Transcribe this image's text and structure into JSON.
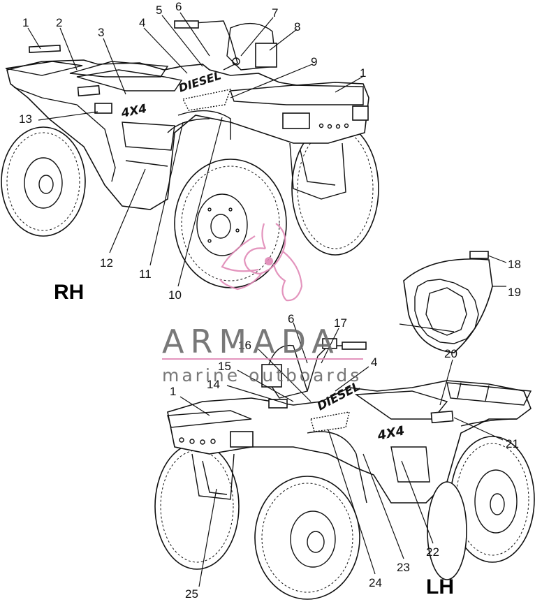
{
  "diagram": {
    "view_labels": {
      "right": "RH",
      "left": "LH"
    },
    "callouts_rh": [
      "1",
      "2",
      "3",
      "4",
      "5",
      "6",
      "7",
      "8",
      "9",
      "1",
      "13",
      "12",
      "11",
      "10"
    ],
    "callouts_lh": [
      "18",
      "19",
      "6",
      "17",
      "16",
      "15",
      "4",
      "14",
      "1",
      "20",
      "21",
      "22",
      "23",
      "24",
      "25"
    ],
    "decals": {
      "model": "4X4",
      "engine": "DIESEL"
    }
  },
  "watermark": {
    "brand": "ARMADA",
    "tagline": "marine outboards",
    "colors": {
      "text": "#6a6a6a",
      "logo": "#e089b6"
    }
  }
}
